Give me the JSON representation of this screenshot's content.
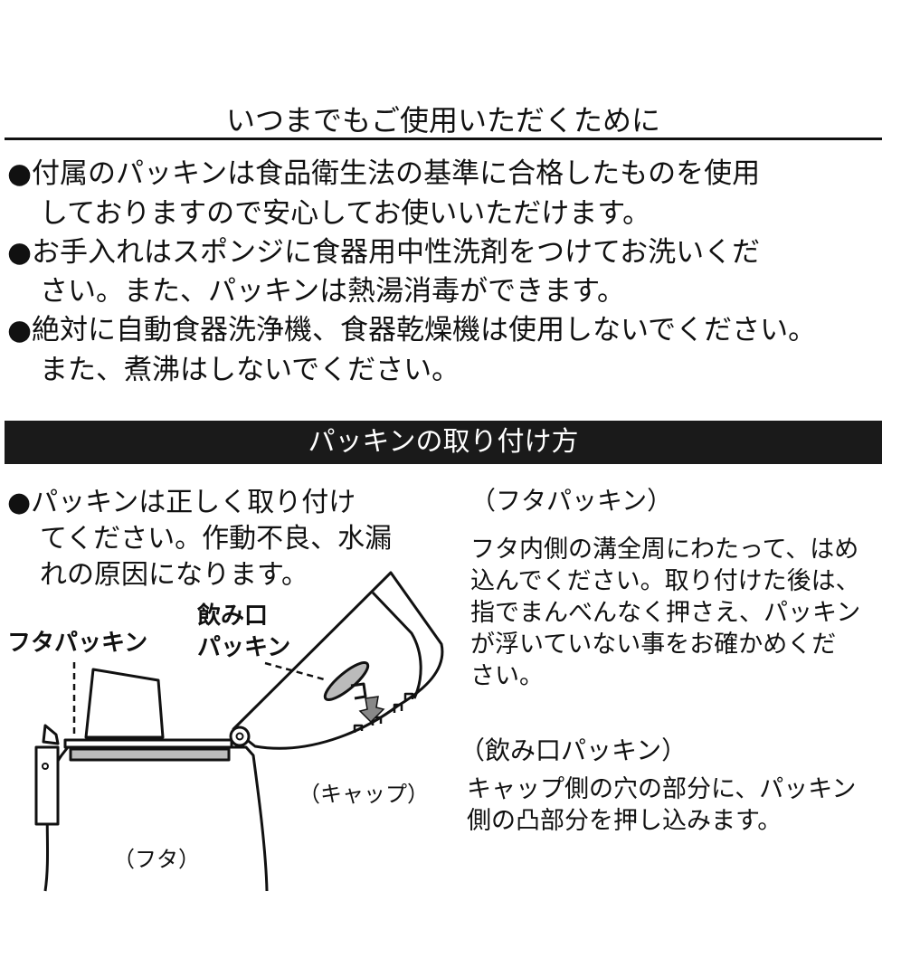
{
  "section1": {
    "title": "いつまでもご使用いただくために",
    "bullets": [
      [
        "●付属のパッキンは食品衛生法の基準に合格したものを使用",
        "しておりますので安心してお使いいただけます。"
      ],
      [
        "●お手入れはスポンジに食器用中性洗剤をつけてお洗いくだ",
        "さい。また、パッキンは熱湯消毒ができます。"
      ],
      [
        "●絶対に自動食器洗浄機、食器乾燥機は使用しないでください。",
        "また、煮沸はしないでください。"
      ]
    ]
  },
  "section2": {
    "title": "パッキンの取り付け方",
    "left_bullet": [
      "●パッキンは正しく取り付け",
      "てください。作動不良、水漏",
      "れの原因になります。"
    ],
    "diagram": {
      "label_lid_packing": "フタパッキン",
      "label_spout_packing": [
        "飲み口",
        "パッキン"
      ],
      "label_cap": "（キャップ）",
      "label_lid": "（フタ）",
      "arrow_color": "#888888"
    },
    "lid_packing": {
      "heading": "（フタパッキン）",
      "lines": [
        "フタ内側の溝全周にわたって、はめ",
        "込んでください。取り付けた後は、",
        "指でまんべんなく押さえ、パッキン",
        "が浮いていない事をお確かめくだ",
        "さい。"
      ]
    },
    "spout_packing": {
      "heading": "（飲み口パッキン）",
      "lines": [
        "キャップ側の穴の部分に、パッキン",
        "側の凸部分を押し込みます。"
      ]
    }
  }
}
